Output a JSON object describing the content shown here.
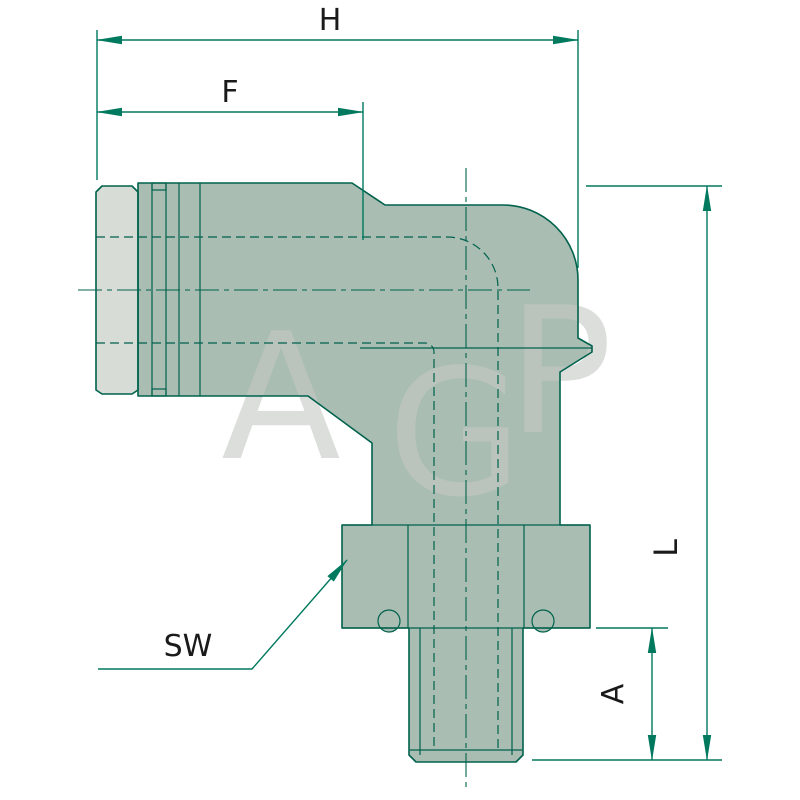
{
  "watermark": "AGP",
  "labels": {
    "h": "H",
    "f": "F",
    "l": "L",
    "a": "A",
    "sw": "SW"
  },
  "colors": {
    "line": "#00624c",
    "dim": "#00795e",
    "body": "#a9bdb3",
    "cap": "#d8dcd6",
    "label": "#1a1a1a",
    "watermark": "#c6c9c5",
    "background": "#ffffff"
  }
}
